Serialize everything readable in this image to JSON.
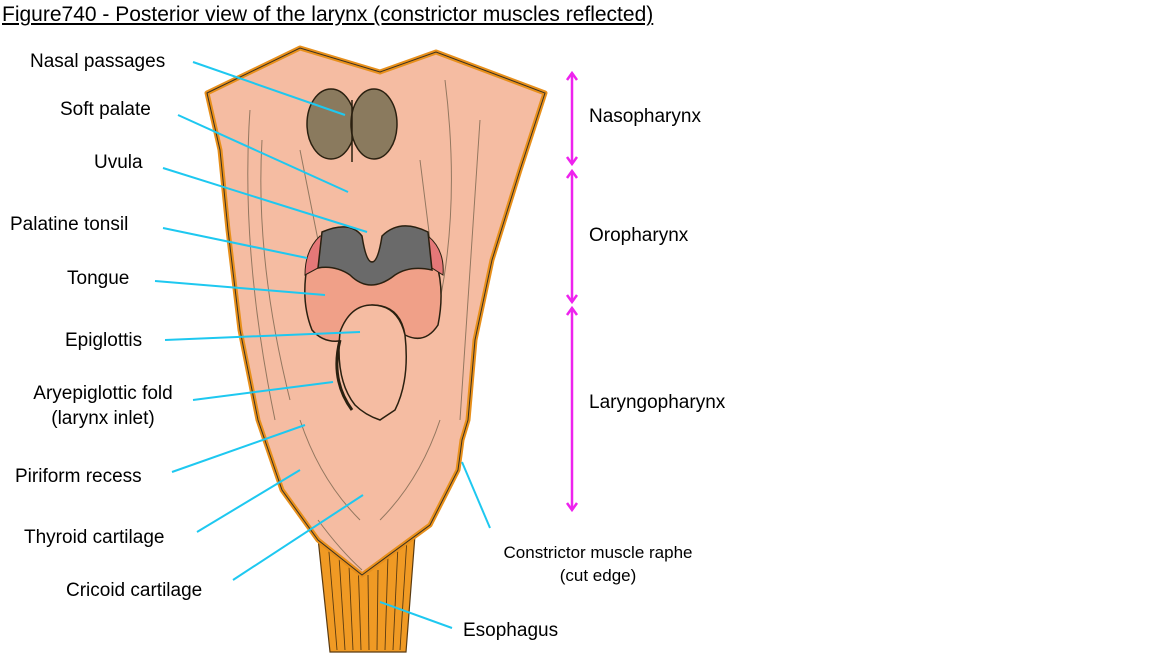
{
  "title": "Figure740 - Posterior view of the larynx (constrictor muscles reflected)",
  "labels_left": [
    {
      "text": "Nasal passages"
    },
    {
      "text": "Soft palate"
    },
    {
      "text": "Uvula"
    },
    {
      "text": "Palatine tonsil"
    },
    {
      "text": "Tongue"
    },
    {
      "text": "Epiglottis"
    },
    {
      "text": "Aryepiglottic fold",
      "text2": "(larynx inlet)"
    },
    {
      "text": "Piriform recess"
    },
    {
      "text": "Thyroid cartilage"
    },
    {
      "text": "Cricoid cartilage"
    }
  ],
  "regions": [
    {
      "text": "Nasopharynx"
    },
    {
      "text": "Oropharynx"
    },
    {
      "text": "Laryngopharynx"
    }
  ],
  "constrictor": {
    "line1": "Constrictor muscle raphe",
    "line2": "(cut edge)"
  },
  "esophagus": "Esophagus",
  "colors": {
    "leader": "#1ec8f0",
    "bracket": "#ee22ee",
    "tissue": "#f5bca2",
    "border": "#e8901c",
    "dark": "#6a6a6a",
    "tongue": "#f0a088"
  }
}
